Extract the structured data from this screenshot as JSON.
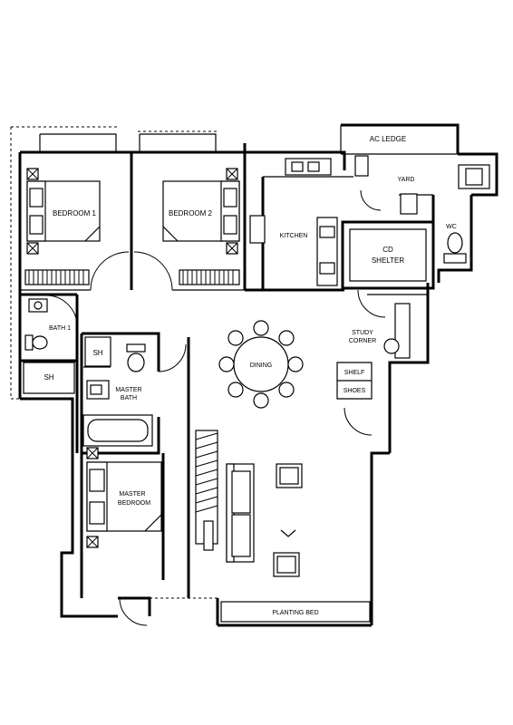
{
  "rooms": {
    "ac_ledge": "AC LEDGE",
    "yard": "YARD",
    "wc": "WC",
    "bedroom1": "BEDROOM 1",
    "bedroom2": "BEDROOM 2",
    "kitchen": "KITCHEN",
    "cd_shelter_line1": "CD",
    "cd_shelter_line2": "SHELTER",
    "bath1": "BATH 1",
    "sh_left": "SH",
    "sh_master": "SH",
    "dining": "DINING",
    "study_line1": "STUDY",
    "study_line2": "CORNER",
    "shelf": "SHELF",
    "shoes": "SHOES",
    "master_bath_line1": "MASTER",
    "master_bath_line2": "BATH",
    "master_bed_line1": "MASTER",
    "master_bed_line2": "BEDROOM",
    "planting_bed": "PLANTING BED"
  }
}
